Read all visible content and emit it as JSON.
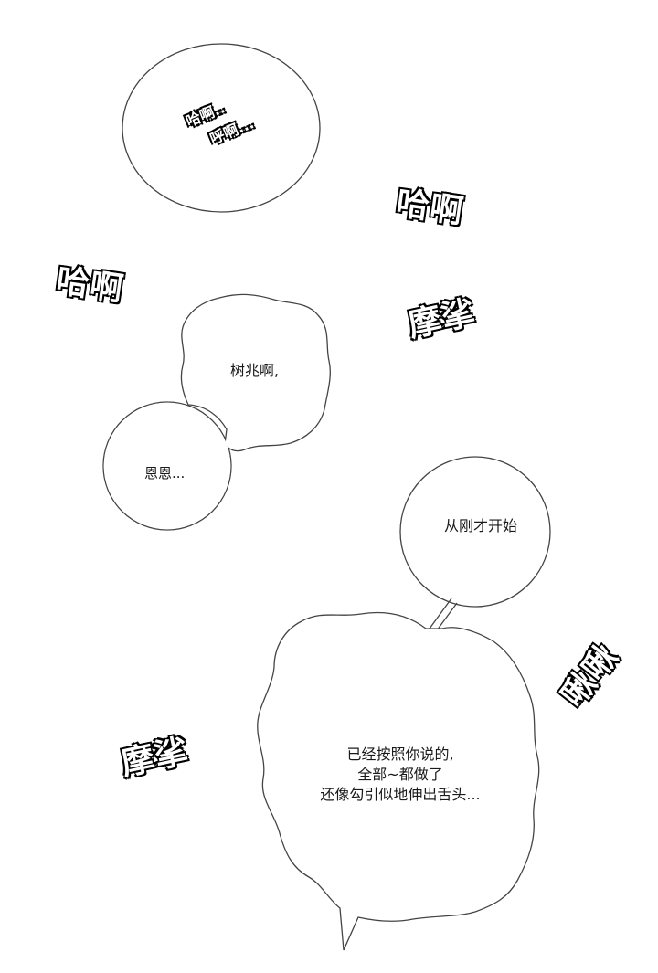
{
  "colors": {
    "background": "#ffffff",
    "outline": "#333333",
    "text": "#1a1a1a"
  },
  "bubbles": {
    "oval_top": {
      "line1": "哈啊..",
      "line2": "呼啊..."
    },
    "wavy_middle": {
      "text": "树兆啊,"
    },
    "round_left": {
      "text": "恩恩..."
    },
    "round_right": {
      "text": "从刚才开始"
    },
    "wavy_bottom": {
      "line1": "已经按照你说的,",
      "line2": "全部~都做了",
      "line3": "还像勾引似地伸出舌头..."
    }
  },
  "sfx": {
    "haa_right": "哈啊",
    "haa_left": "哈啊",
    "mosa_right": "摩挲",
    "mosa_left": "摩挲",
    "chu_right": "啾啾"
  }
}
